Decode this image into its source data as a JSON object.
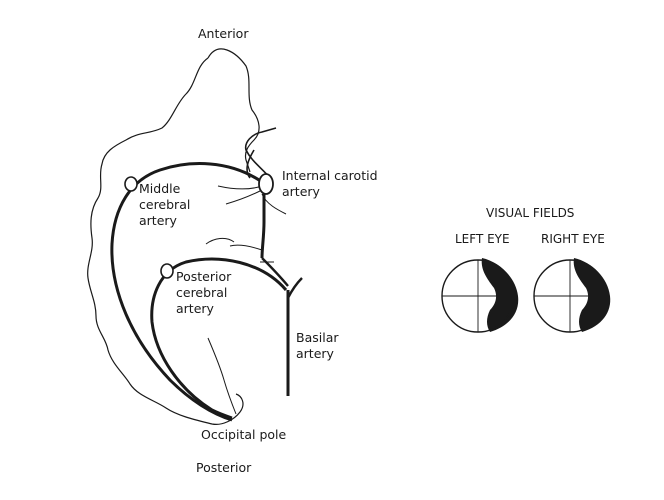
{
  "diagram": {
    "labels": {
      "anterior": "Anterior",
      "posterior": "Posterior",
      "middle_cerebral": [
        "Middle",
        "cerebral",
        "artery"
      ],
      "internal_carotid": [
        "Internal carotid",
        "artery"
      ],
      "posterior_cerebral": [
        "Posterior",
        "cerebral",
        "artery"
      ],
      "basilar": [
        "Basilar",
        "artery"
      ],
      "occipital_pole": "Occipital pole"
    }
  },
  "visual_fields": {
    "title": "VISUAL FIELDS",
    "left_eye": "LEFT EYE",
    "right_eye": "RIGHT EYE"
  },
  "colors": {
    "ink": "#1a1a1a",
    "background": "#ffffff"
  }
}
